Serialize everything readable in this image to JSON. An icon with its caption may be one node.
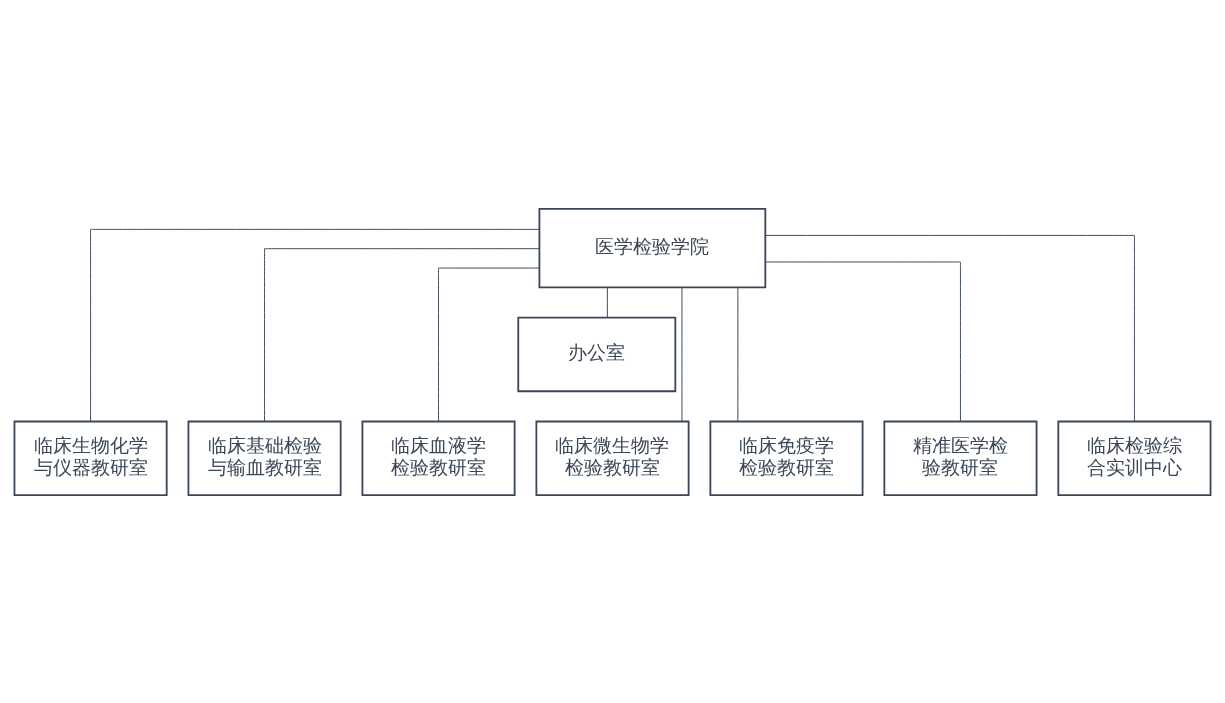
{
  "diagram": {
    "nodes": [
      {
        "text": [
          "医学检验学院"
        ]
      },
      {
        "text": [
          "办公室"
        ]
      },
      {
        "text": [
          "临床生物化学与仪器教研室"
        ]
      },
      {
        "text": [
          "临床基础检验与输血教研室"
        ]
      },
      {
        "text": [
          "临床血液学检验教研室"
        ]
      },
      {
        "text": [
          "临床微生物学检验教研室"
        ]
      },
      {
        "text": [
          "临床免疫学检验教研室"
        ]
      },
      {
        "text": [
          "精准医学检验教研室"
        ]
      },
      {
        "text": [
          "临床检验综合实训中心"
        ]
      }
    ],
    "edges": [
      {
        "from": 0,
        "to": 1,
        "arrow": "none"
      },
      {
        "from": 0,
        "to": 2,
        "arrow": "none"
      },
      {
        "from": 0,
        "to": 3,
        "arrow": "none"
      },
      {
        "from": 0,
        "to": 4,
        "arrow": "none"
      },
      {
        "from": 0,
        "to": 5,
        "arrow": "none"
      },
      {
        "from": 0,
        "to": 6,
        "arrow": "none"
      },
      {
        "from": 0,
        "to": 7,
        "arrow": "none"
      },
      {
        "from": 0,
        "to": 8,
        "arrow": "none"
      }
    ]
  }
}
